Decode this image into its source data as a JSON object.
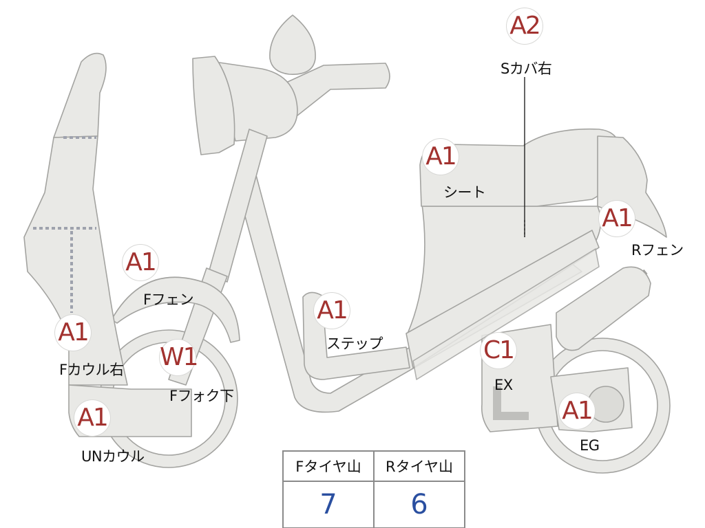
{
  "parts": [
    {
      "key": "s-cover-right",
      "grade": "A2",
      "label": "Sカバ右"
    },
    {
      "key": "seat",
      "grade": "A1",
      "label": "シート"
    },
    {
      "key": "rear-fender",
      "grade": "A1",
      "label": "Rフェン"
    },
    {
      "key": "front-fender",
      "grade": "A1",
      "label": "Fフェン"
    },
    {
      "key": "step",
      "grade": "A1",
      "label": "ステップ"
    },
    {
      "key": "front-cowl-right",
      "grade": "A1",
      "label": "Fカウル右"
    },
    {
      "key": "front-fork-lower",
      "grade": "W1",
      "label": "Fフォク下"
    },
    {
      "key": "exhaust",
      "grade": "C1",
      "label": "EX"
    },
    {
      "key": "under-cowl",
      "grade": "A1",
      "label": "UNカウル"
    },
    {
      "key": "engine",
      "grade": "A1",
      "label": "EG"
    }
  ],
  "tire_tread": {
    "headers": [
      "Fタイヤ山",
      "Rタイヤ山"
    ],
    "values": [
      "7",
      "6"
    ]
  },
  "colors": {
    "grade_text": "#a2322f",
    "tread_value": "#2a4fa0",
    "part_fill": "#e9e9e6",
    "part_stroke": "#a3a3a0",
    "cowl_seam": "#9ea2ad"
  }
}
